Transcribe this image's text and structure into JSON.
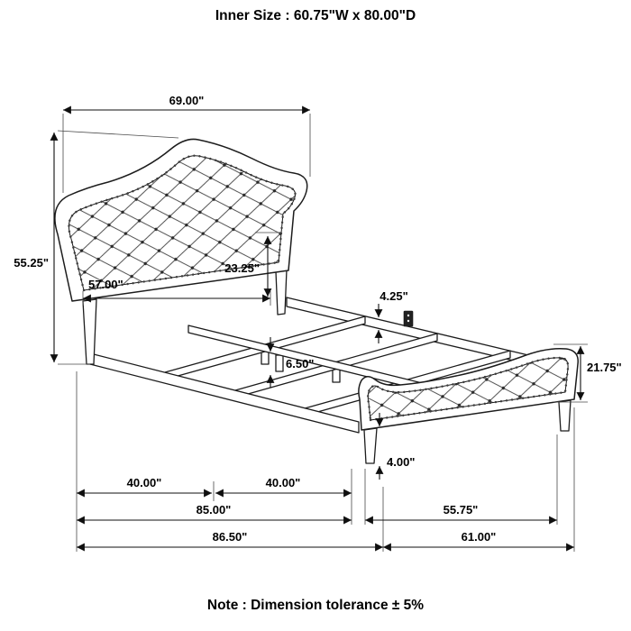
{
  "header": {
    "title": "Inner Size : 60.75\"W x 80.00\"D"
  },
  "footer": {
    "note": "Note : Dimension tolerance ± 5%"
  },
  "dimensions": {
    "headboard_width": "69.00\"",
    "headboard_height": "55.25\"",
    "headboard_inner_width": "57.00\"",
    "headboard_to_deck": "23.25\"",
    "rail_height": "4.25\"",
    "support_leg_height": "6.50\"",
    "footboard_height": "21.75\"",
    "footboard_leg_height": "4.00\"",
    "slat_span_left": "40.00\"",
    "slat_span_right": "40.00\"",
    "frame_inner_length": "85.00\"",
    "footboard_span": "55.75\"",
    "overall_length": "86.50\"",
    "footboard_overall": "61.00\""
  }
}
